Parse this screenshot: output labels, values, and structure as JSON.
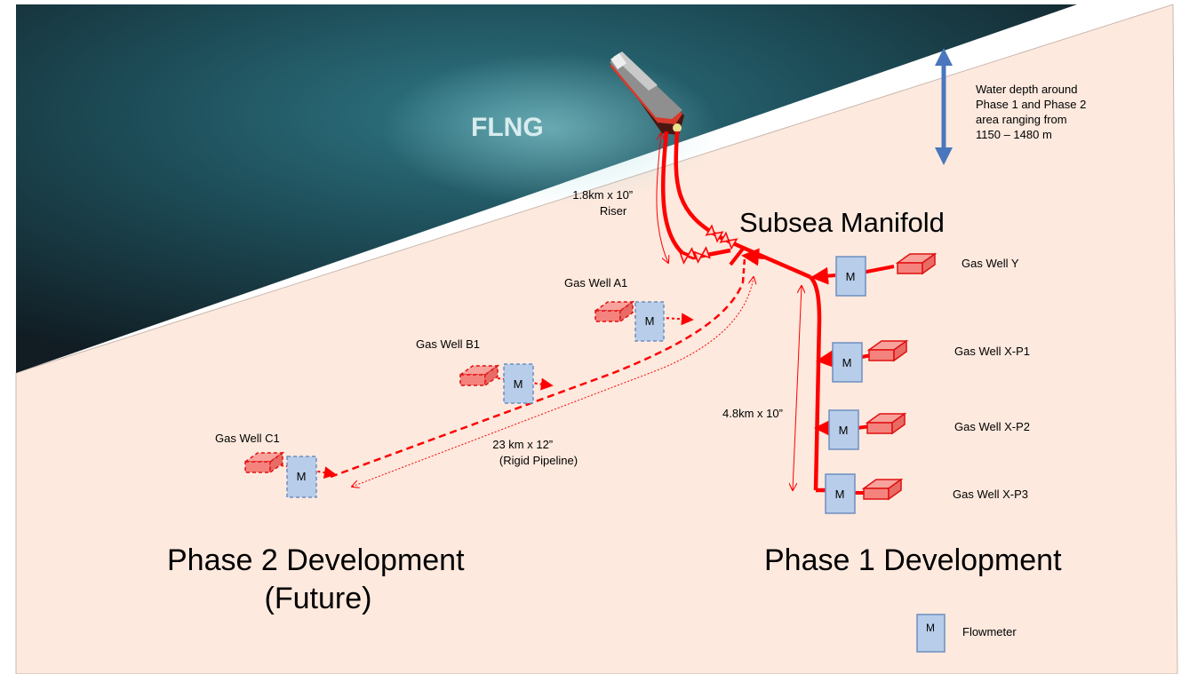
{
  "vessel": {
    "label": "FLNG"
  },
  "depth_note": {
    "lines": [
      "Water depth around",
      "Phase 1 and Phase 2",
      "area ranging from",
      "1150 – 1480 m"
    ]
  },
  "manifold": {
    "label": "Subsea Manifold"
  },
  "riser": {
    "lines": [
      "1.8km x 10”",
      "Riser"
    ]
  },
  "phase1_line": {
    "label": "4.8km x 10”"
  },
  "pipeline": {
    "lines": [
      "23 km x 12”",
      "(Rigid Pipeline)"
    ]
  },
  "phases": {
    "phase1": {
      "title": "Phase 1 Development"
    },
    "phase2": {
      "lines": [
        "Phase 2 Development",
        "(Future)"
      ]
    }
  },
  "wells": {
    "y": {
      "label": "Gas Well Y"
    },
    "xp1": {
      "label": "Gas Well X-P1"
    },
    "xp2": {
      "label": "Gas Well X-P2"
    },
    "xp3": {
      "label": "Gas Well X-P3"
    },
    "a1": {
      "label": "Gas Well A1"
    },
    "b1": {
      "label": "Gas Well B1"
    },
    "c1": {
      "label": "Gas Well C1"
    }
  },
  "flowmeter": {
    "symbol": "M"
  },
  "legend": {
    "symbol": "M",
    "label": "Flowmeter"
  },
  "colors": {
    "sea_dark": "#16252e",
    "sea_mid": "#1f5762",
    "seabed": "#fde9de",
    "pipe": "#ff0000",
    "flowmeter_fill": "#b7cde9",
    "flowmeter_stroke": "#6e8fc0",
    "well_fill": "#f4837d",
    "well_stroke": "#e01010",
    "arrow_blue": "#4a76bd"
  },
  "icons": {
    "vessel": "flng-ship-icon",
    "depth": "double-arrow-icon",
    "valve": "bowtie-valve-icon",
    "well": "wellhead-box-icon"
  }
}
